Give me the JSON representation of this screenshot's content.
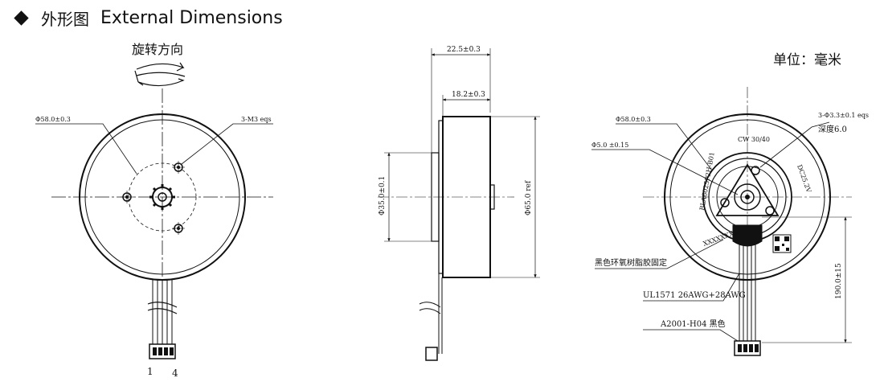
{
  "header": {
    "title_cn": "外形图",
    "title_en": "External Dimensions"
  },
  "rotation_label": "旋转方向",
  "unit_label": "单位：毫米",
  "front_view": {
    "outer_dia_label": "Φ58.0±0.3",
    "holes_label": "3-M3 eqs",
    "pin_1": "1",
    "pin_4": "4"
  },
  "side_view": {
    "width_total": "22.5±0.3",
    "width_body": "18.2±0.3",
    "inner_dia": "Φ35.0±0.1",
    "outer_dia": "Φ65.0 ref"
  },
  "back_view": {
    "dia_label": "Φ58.0±0.3",
    "holes_label": "3-Φ3.3±0.1 eqs",
    "depth_label": "深度6.0",
    "small_dia_label": "Φ5.0 ±0.15",
    "epoxy_label": "黑色环氧树脂胶固定",
    "wire_label": "UL1571 26AWG+28AWG",
    "connector_label": "A2001-H04 黑色",
    "length_label": "190.0±15",
    "rotor_mark": "CW 30/40",
    "side_mark_left": "BLA6025P2H-B01",
    "side_mark_right": "DC25.2V",
    "lot_mark": "XXXXXXXX"
  }
}
